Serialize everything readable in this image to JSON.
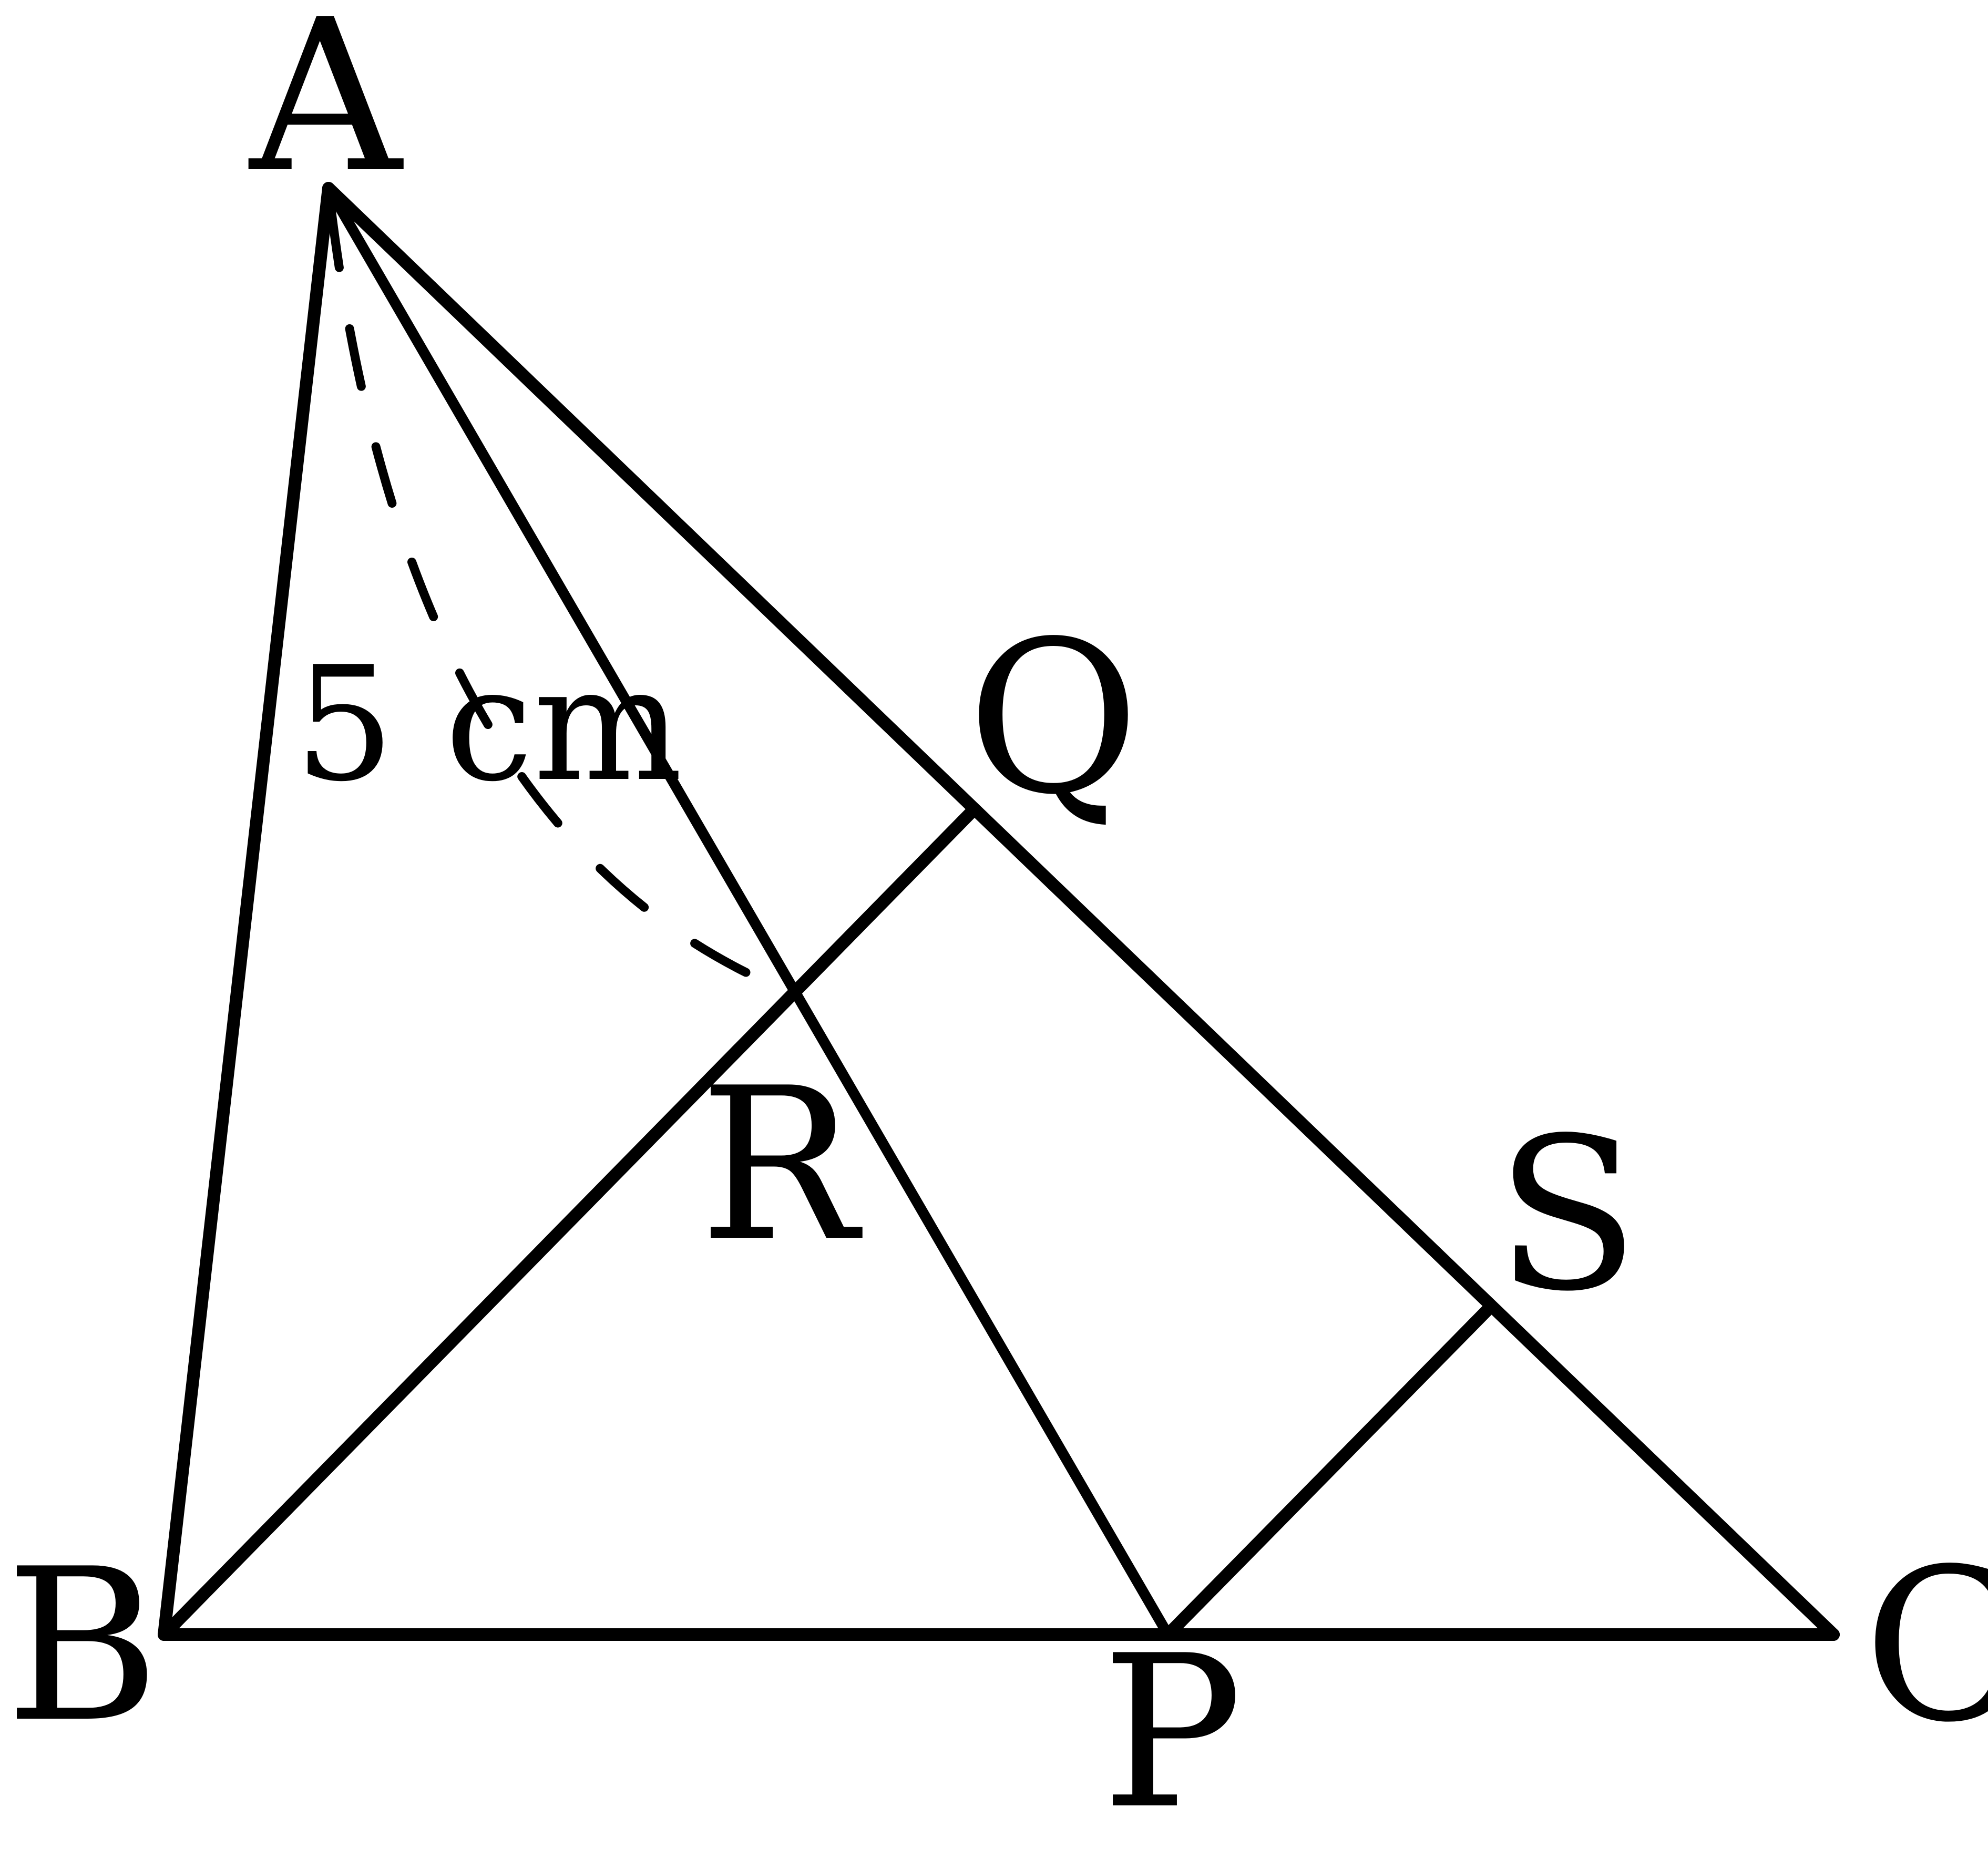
{
  "points": {
    "A": "A",
    "B": "B",
    "C": "C",
    "P": "P",
    "Q": "Q",
    "R": "R",
    "S": "S"
  },
  "measurement": "5 cm"
}
